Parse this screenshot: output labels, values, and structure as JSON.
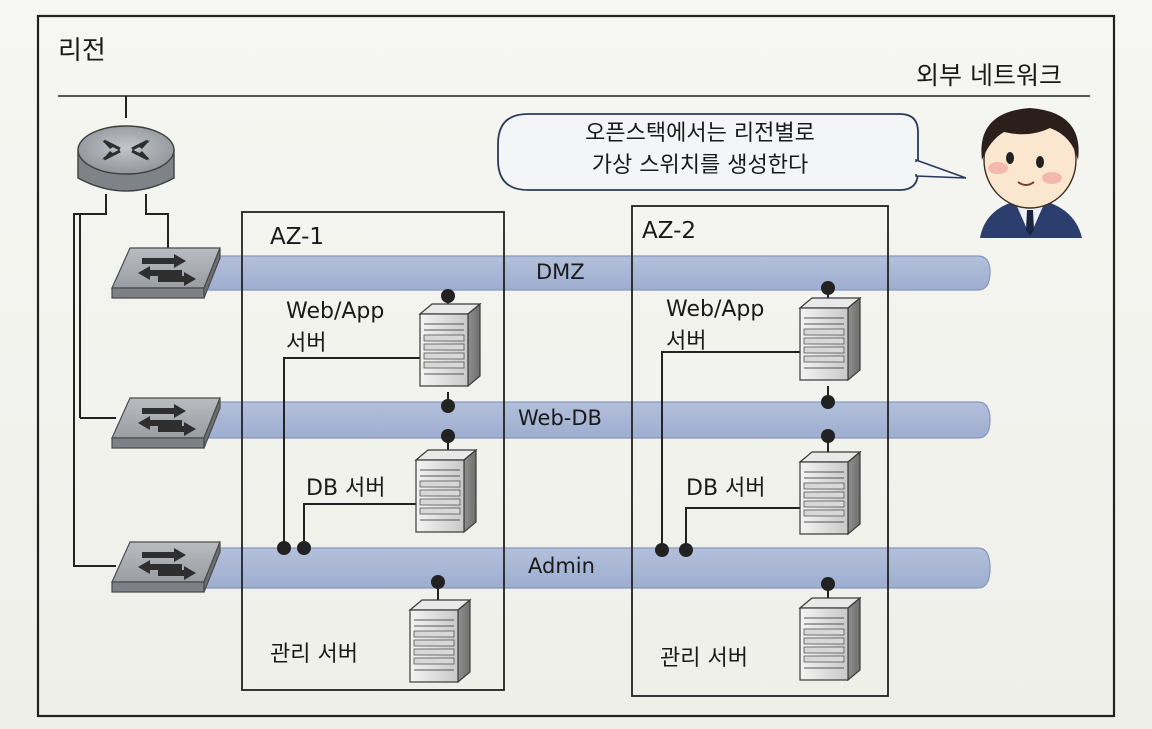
{
  "region_label": "리전",
  "external_network_label": "외부 네트워크",
  "speech_bubble": {
    "line1": "오픈스택에서는 리전별로",
    "line2": "가상 스위치를 생성한다"
  },
  "availability_zones": [
    {
      "title": "AZ-1",
      "webapp_label_line1": "Web/App",
      "webapp_label_line2": "서버",
      "db_label": "DB 서버",
      "mgmt_label": "관리 서버"
    },
    {
      "title": "AZ-2",
      "webapp_label_line1": "Web/App",
      "webapp_label_line2": "서버",
      "db_label": "DB 서버",
      "mgmt_label": "관리 서버"
    }
  ],
  "networks": [
    "DMZ",
    "Web-DB",
    "Admin"
  ],
  "icons": [
    "router-icon",
    "switch-icon",
    "server-icon",
    "person-avatar-icon"
  ],
  "colors": {
    "network_band": "#a9b8d6",
    "network_band_edge": "#8798bb",
    "line": "#2a2a2a",
    "device_gray": "#9ea1a4"
  }
}
